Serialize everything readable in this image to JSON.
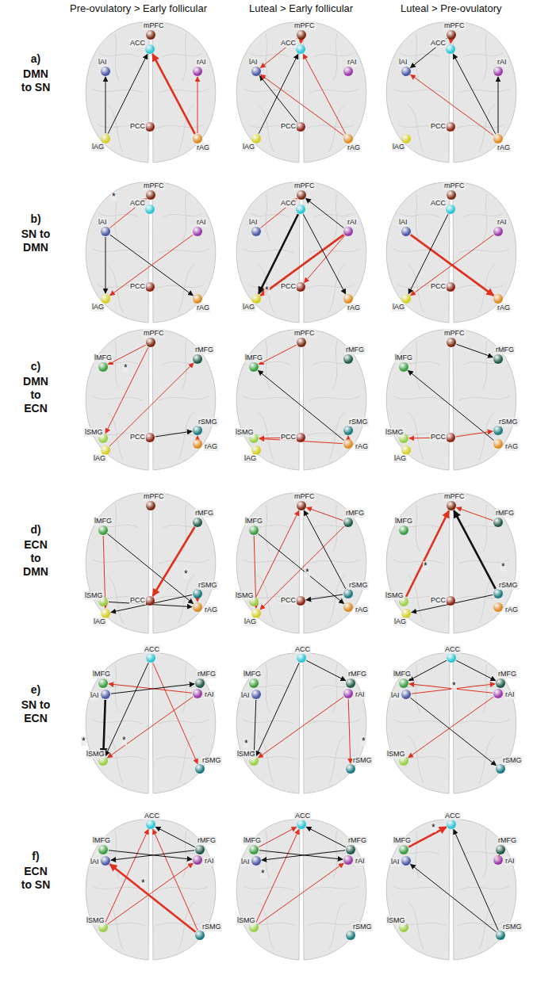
{
  "diagram": {
    "nodes": [
      {
        "text": [
          "mPFC"
        ]
      },
      {
        "text": [
          "ACC"
        ]
      },
      {
        "text": [
          "lAI"
        ]
      },
      {
        "text": [
          "rAI"
        ]
      },
      {
        "text": [
          "lAG"
        ]
      },
      {
        "text": [
          "PCC"
        ]
      },
      {
        "text": [
          "rAG"
        ]
      },
      {
        "text": [
          "mPFC"
        ]
      },
      {
        "text": [
          "ACC"
        ]
      },
      {
        "text": [
          "lAI"
        ]
      },
      {
        "text": [
          "rAI"
        ]
      },
      {
        "text": [
          "lAG"
        ]
      },
      {
        "text": [
          "PCC"
        ]
      },
      {
        "text": [
          "rAG"
        ]
      },
      {
        "text": [
          "mPFC"
        ]
      },
      {
        "text": [
          "ACC"
        ]
      },
      {
        "text": [
          "lAI"
        ]
      },
      {
        "text": [
          "rAI"
        ]
      },
      {
        "text": [
          "lAG"
        ]
      },
      {
        "text": [
          "PCC"
        ]
      },
      {
        "text": [
          "rAG"
        ]
      },
      {
        "text": [
          "mPFC"
        ]
      },
      {
        "text": [
          "ACC"
        ]
      },
      {
        "text": [
          "lAI"
        ]
      },
      {
        "text": [
          "rAI"
        ]
      },
      {
        "text": [
          "lAG"
        ]
      },
      {
        "text": [
          "PCC"
        ]
      },
      {
        "text": [
          "rAG"
        ]
      },
      {
        "text": [
          "mPFC"
        ]
      },
      {
        "text": [
          "ACC"
        ]
      },
      {
        "text": [
          "lAI"
        ]
      },
      {
        "text": [
          "rAI"
        ]
      },
      {
        "text": [
          "lAG"
        ]
      },
      {
        "text": [
          "PCC"
        ]
      },
      {
        "text": [
          "rAG"
        ]
      },
      {
        "text": [
          "mPFC"
        ]
      },
      {
        "text": [
          "ACC"
        ]
      },
      {
        "text": [
          "lAI"
        ]
      },
      {
        "text": [
          "rAI"
        ]
      },
      {
        "text": [
          "lAG"
        ]
      },
      {
        "text": [
          "PCC"
        ]
      },
      {
        "text": [
          "rAG"
        ]
      },
      {
        "text": [
          "mPFC"
        ]
      },
      {
        "text": [
          "lMFG"
        ]
      },
      {
        "text": [
          "rMFG"
        ]
      },
      {
        "text": [
          "lSMG"
        ]
      },
      {
        "text": [
          "PCC"
        ]
      },
      {
        "text": [
          "rSMG"
        ]
      },
      {
        "text": [
          "lAG"
        ]
      },
      {
        "text": [
          "rAG"
        ]
      },
      {
        "text": [
          "mPFC"
        ]
      },
      {
        "text": [
          "lMFG"
        ]
      },
      {
        "text": [
          "rMFG"
        ]
      },
      {
        "text": [
          "lSMG"
        ]
      },
      {
        "text": [
          "PCC"
        ]
      },
      {
        "text": [
          "rSMG"
        ]
      },
      {
        "text": [
          "lAG"
        ]
      },
      {
        "text": [
          "rAG"
        ]
      },
      {
        "text": [
          "mPFC"
        ]
      },
      {
        "text": [
          "lMFG"
        ]
      },
      {
        "text": [
          "rMFG"
        ]
      },
      {
        "text": [
          "lSMG"
        ]
      },
      {
        "text": [
          "PCC"
        ]
      },
      {
        "text": [
          "rSMG"
        ]
      },
      {
        "text": [
          "lAG"
        ]
      },
      {
        "text": [
          "rAG"
        ]
      },
      {
        "text": [
          "mPFC"
        ]
      },
      {
        "text": [
          "lMFG"
        ]
      },
      {
        "text": [
          "rMFG"
        ]
      },
      {
        "text": [
          "lSMG"
        ]
      },
      {
        "text": [
          "PCC"
        ]
      },
      {
        "text": [
          "rSMG"
        ]
      },
      {
        "text": [
          "lAG"
        ]
      },
      {
        "text": [
          "rAG"
        ]
      },
      {
        "text": [
          "mPFC"
        ]
      },
      {
        "text": [
          "lMFG"
        ]
      },
      {
        "text": [
          "rMFG"
        ]
      },
      {
        "text": [
          "lSMG"
        ]
      },
      {
        "text": [
          "PCC"
        ]
      },
      {
        "text": [
          "rSMG"
        ]
      },
      {
        "text": [
          "lAG"
        ]
      },
      {
        "text": [
          "rAG"
        ]
      },
      {
        "text": [
          "mPFC"
        ]
      },
      {
        "text": [
          "lMFG"
        ]
      },
      {
        "text": [
          "rMFG"
        ]
      },
      {
        "text": [
          "lSMG"
        ]
      },
      {
        "text": [
          "PCC"
        ]
      },
      {
        "text": [
          "rSMG"
        ]
      },
      {
        "text": [
          "lAG"
        ]
      },
      {
        "text": [
          "rAG"
        ]
      },
      {
        "text": [
          "ACC"
        ]
      },
      {
        "text": [
          "lMFG"
        ]
      },
      {
        "text": [
          "rMFG"
        ]
      },
      {
        "text": [
          "lAI"
        ]
      },
      {
        "text": [
          "rAI"
        ]
      },
      {
        "text": [
          "lSMG"
        ]
      },
      {
        "text": [
          "rSMG"
        ]
      },
      {
        "text": [
          "ACC"
        ]
      },
      {
        "text": [
          "lMFG"
        ]
      },
      {
        "text": [
          "rMFG"
        ]
      },
      {
        "text": [
          "lAI"
        ]
      },
      {
        "text": [
          "rAI"
        ]
      },
      {
        "text": [
          "lSMG"
        ]
      },
      {
        "text": [
          "rSMG"
        ]
      },
      {
        "text": [
          "ACC"
        ]
      },
      {
        "text": [
          "lMFG"
        ]
      },
      {
        "text": [
          "rMFG"
        ]
      },
      {
        "text": [
          "lAI"
        ]
      },
      {
        "text": [
          "rAI"
        ]
      },
      {
        "text": [
          "lSMG"
        ]
      },
      {
        "text": [
          "rSMG"
        ]
      },
      {
        "text": [
          "ACC"
        ]
      },
      {
        "text": [
          "lMFG"
        ]
      },
      {
        "text": [
          "rMFG"
        ]
      },
      {
        "text": [
          "lAI"
        ]
      },
      {
        "text": [
          "rAI"
        ]
      },
      {
        "text": [
          "lSMG"
        ]
      },
      {
        "text": [
          "rSMG"
        ]
      },
      {
        "text": [
          "ACC"
        ]
      },
      {
        "text": [
          "lMFG"
        ]
      },
      {
        "text": [
          "rMFG"
        ]
      },
      {
        "text": [
          "lAI"
        ]
      },
      {
        "text": [
          "rAI"
        ]
      },
      {
        "text": [
          "lSMG"
        ]
      },
      {
        "text": [
          "rSMG"
        ]
      },
      {
        "text": [
          "ACC"
        ]
      },
      {
        "text": [
          "lMFG"
        ]
      },
      {
        "text": [
          "rMFG"
        ]
      },
      {
        "text": [
          "lAI"
        ]
      },
      {
        "text": [
          "rAI"
        ]
      },
      {
        "text": [
          "lSMG"
        ]
      },
      {
        "text": [
          "rSMG"
        ]
      }
    ],
    "edges": [
      {
        "from": 4,
        "to": 2,
        "arrow": "to"
      },
      {
        "from": 4,
        "to": 1,
        "arrow": "to"
      },
      {
        "from": 6,
        "to": 1,
        "arrow": "to"
      },
      {
        "from": 6,
        "to": 3,
        "arrow": "to"
      },
      {
        "from": 7,
        "to": 8,
        "arrow": "to"
      },
      {
        "from": 7,
        "to": 9,
        "arrow": "to"
      },
      {
        "from": 11,
        "to": 8,
        "arrow": "to"
      },
      {
        "from": 12,
        "to": 9,
        "arrow": "to"
      },
      {
        "from": 13,
        "to": 9,
        "arrow": "to"
      },
      {
        "from": 13,
        "to": 8,
        "arrow": "to"
      },
      {
        "from": 14,
        "to": 16,
        "arrow": "to"
      },
      {
        "from": 14,
        "to": 15,
        "arrow": "to"
      },
      {
        "from": 20,
        "to": 15,
        "arrow": "to"
      },
      {
        "from": 20,
        "to": 16,
        "arrow": "to"
      },
      {
        "from": 20,
        "to": 17,
        "arrow": "to"
      },
      {
        "from": 23,
        "to": 21,
        "arrow": "to"
      },
      {
        "from": 23,
        "to": 25,
        "arrow": "to"
      },
      {
        "from": 23,
        "to": 27,
        "arrow": "to"
      },
      {
        "from": 24,
        "to": 25,
        "arrow": "to"
      },
      {
        "from": 30,
        "to": 28,
        "arrow": "to"
      },
      {
        "from": 29,
        "to": 32,
        "arrow": "to"
      },
      {
        "from": 31,
        "to": 32,
        "arrow": "to"
      },
      {
        "from": 31,
        "to": 33,
        "arrow": "to"
      },
      {
        "from": 29,
        "to": 34,
        "arrow": "to"
      },
      {
        "from": 31,
        "to": 28,
        "arrow": "to"
      },
      {
        "from": 37,
        "to": 41,
        "arrow": "to"
      },
      {
        "from": 36,
        "to": 39,
        "arrow": "to"
      },
      {
        "from": 38,
        "to": 39,
        "arrow": "to"
      },
      {
        "from": 42,
        "to": 43,
        "arrow": "to"
      },
      {
        "from": 42,
        "to": 45,
        "arrow": "to"
      },
      {
        "from": 48,
        "to": 44,
        "arrow": "to"
      },
      {
        "from": 46,
        "to": 47,
        "arrow": "to"
      },
      {
        "from": 49,
        "to": 47,
        "arrow": "to"
      },
      {
        "from": 50,
        "to": 51,
        "arrow": "to"
      },
      {
        "from": 57,
        "to": 51,
        "arrow": "to"
      },
      {
        "from": 54,
        "to": 53,
        "arrow": "to"
      },
      {
        "from": 57,
        "to": 53,
        "arrow": "to"
      },
      {
        "from": 57,
        "to": 55,
        "arrow": "to"
      },
      {
        "from": 58,
        "to": 60,
        "arrow": "to"
      },
      {
        "from": 65,
        "to": 59,
        "arrow": "to"
      },
      {
        "from": 62,
        "to": 61,
        "arrow": "to"
      },
      {
        "from": 62,
        "to": 63,
        "arrow": "to"
      },
      {
        "from": 67,
        "to": 72,
        "arrow": "to"
      },
      {
        "from": 67,
        "to": 73,
        "arrow": "to"
      },
      {
        "from": 68,
        "to": 70,
        "arrow": "to"
      },
      {
        "from": 71,
        "to": 72,
        "arrow": "to"
      },
      {
        "from": 69,
        "to": 73,
        "arrow": "to"
      },
      {
        "from": 71,
        "to": 73,
        "arrow": "to"
      },
      {
        "from": 75,
        "to": 80,
        "arrow": "to"
      },
      {
        "from": 77,
        "to": 74,
        "arrow": "to"
      },
      {
        "from": 76,
        "to": 74,
        "arrow": "to"
      },
      {
        "from": 79,
        "to": 74,
        "arrow": "to"
      },
      {
        "from": 76,
        "to": 80,
        "arrow": "to"
      },
      {
        "from": 75,
        "to": 81,
        "arrow": "to"
      },
      {
        "from": 79,
        "to": 78,
        "arrow": "to"
      },
      {
        "from": 85,
        "to": 82,
        "arrow": "to"
      },
      {
        "from": 87,
        "to": 82,
        "arrow": "to"
      },
      {
        "from": 84,
        "to": 82,
        "arrow": "to"
      },
      {
        "from": 87,
        "to": 88,
        "arrow": "to"
      },
      {
        "from": 93,
        "to": 95,
        "arrow": "to"
      },
      {
        "from": 94,
        "to": 95,
        "arrow": "to"
      },
      {
        "from": 90,
        "to": 95,
        "arrow": "to"
      },
      {
        "from": 94,
        "to": 91,
        "arrow": "to"
      },
      {
        "from": 90,
        "to": 96,
        "arrow": "to"
      },
      {
        "from": 93,
        "to": 92,
        "arrow": "to"
      },
      {
        "from": 97,
        "to": 99,
        "arrow": "to"
      },
      {
        "from": 100,
        "to": 102,
        "arrow": "to"
      },
      {
        "from": 97,
        "to": 102,
        "arrow": "to"
      },
      {
        "from": 101,
        "to": 102,
        "arrow": "to"
      },
      {
        "from": 101,
        "to": 103,
        "arrow": "to"
      },
      {
        "from": 104,
        "to": 106,
        "arrow": "to"
      },
      {
        "from": 104,
        "to": 105,
        "arrow": "to"
      },
      {
        "from": 108,
        "to": 105,
        "arrow": "to"
      },
      {
        "from": 107,
        "to": 110,
        "arrow": "to"
      },
      {
        "from": 108,
        "to": 109,
        "arrow": "to"
      },
      {
        "from": 107,
        "to": 106,
        "arrow": "to"
      },
      {
        "from": 116,
        "to": 111,
        "arrow": "to"
      },
      {
        "from": 117,
        "to": 111,
        "arrow": "to"
      },
      {
        "from": 113,
        "to": 111,
        "arrow": "to"
      },
      {
        "from": 116,
        "to": 115,
        "arrow": "to"
      },
      {
        "from": 117,
        "to": 114,
        "arrow": "to"
      },
      {
        "from": 112,
        "to": 115,
        "arrow": "to"
      },
      {
        "from": 113,
        "to": 114,
        "arrow": "to"
      },
      {
        "from": 119,
        "to": 118,
        "arrow": "to"
      },
      {
        "from": 123,
        "to": 118,
        "arrow": "to"
      },
      {
        "from": 120,
        "to": 118,
        "arrow": "to"
      },
      {
        "from": 119,
        "to": 122,
        "arrow": "to"
      },
      {
        "from": 123,
        "to": 122,
        "arrow": "to"
      },
      {
        "from": 120,
        "to": 121,
        "arrow": "to"
      },
      {
        "from": 126,
        "to": 125,
        "arrow": "to"
      },
      {
        "from": 131,
        "to": 125,
        "arrow": "to"
      },
      {
        "from": 131,
        "to": 128,
        "arrow": "to"
      },
      {
        "from": 127,
        "to": 129,
        "arrow": "to"
      }
    ],
    "labels": [
      "Pre-ovulatory > Early follicular",
      "Luteal > Early follicular",
      "Luteal > Pre-ovulatory",
      "a)",
      "DMN to SN",
      "b)",
      "SN to DMN",
      "c)",
      "DMN to ECN",
      "d)",
      "ECN to DMN",
      "e)",
      "SN to ECN",
      "f)",
      "ECN to SN",
      "*",
      "*",
      "*",
      "*",
      "*",
      "*",
      "*",
      "*",
      "*",
      "*",
      "*",
      "*",
      "*",
      "*",
      "*"
    ]
  }
}
